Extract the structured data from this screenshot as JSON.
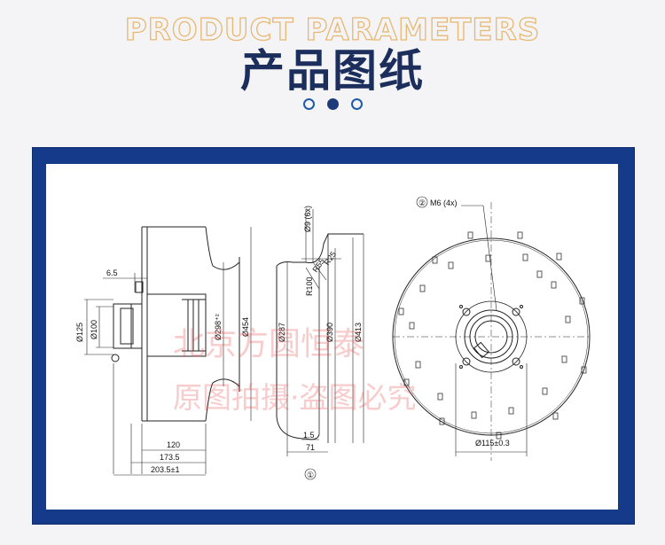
{
  "header": {
    "title_en": "PRODUCT PARAMETERS",
    "title_cn": "产品图纸"
  },
  "drawing": {
    "labels": {
      "d125": "Ø125",
      "d100": "Ø100",
      "w65": "6.5",
      "d298": "Ø298⁺²",
      "d454": "Ø454",
      "d287": "Ø287",
      "d390": "Ø390",
      "d413": "Ø413",
      "d9": "Ø9 (6x)",
      "r25": "R25",
      "r55": "R55",
      "r100": "R100",
      "w120": "120",
      "w1735": "173.5",
      "w2035": "203.5±1",
      "w15": "1.5",
      "w71": "71",
      "ref1": "①",
      "ref2": "②",
      "m6": "M6 (4x)",
      "d115": "Ø115±0.3"
    }
  },
  "watermark": {
    "line1": "北京方圆恒泰",
    "line2": "原图拍摄·盗图必究"
  }
}
